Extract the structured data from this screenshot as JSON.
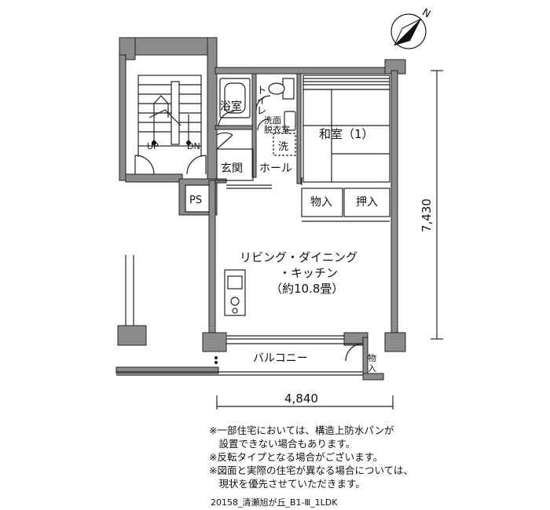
{
  "rooms": {
    "bath": "浴室",
    "toilet": "トイレ",
    "washroom_line1": "洗面",
    "washroom_line2": "脱衣室",
    "washer": "洗",
    "japanese_room": "和室（1）",
    "entrance": "玄関",
    "hall": "ホール",
    "ps": "PS",
    "storage": "物入",
    "closet": "押入",
    "living_line1": "リビング・ダイニング",
    "living_line2": "・キッチン",
    "living_line3": "（約10.8畳）",
    "balcony": "バルコニー",
    "balcony_storage_line1": "物",
    "balcony_storage_line2": "入"
  },
  "stairs": {
    "up": "UP",
    "down": "DN"
  },
  "compass": {
    "north": "N"
  },
  "dimensions": {
    "height": "7,430",
    "width": "4,840"
  },
  "notes": [
    "※一部住宅においては、構造上防水パンが",
    "　設置できない場合もあります。",
    "※反転タイプとなる場合がございます。",
    "※図面と実際の住宅が異なる場合については、",
    "　現状を優先させていただきます。"
  ],
  "plan_code": "20158_清瀬旭が丘_B1-Ⅲ_1LDK"
}
